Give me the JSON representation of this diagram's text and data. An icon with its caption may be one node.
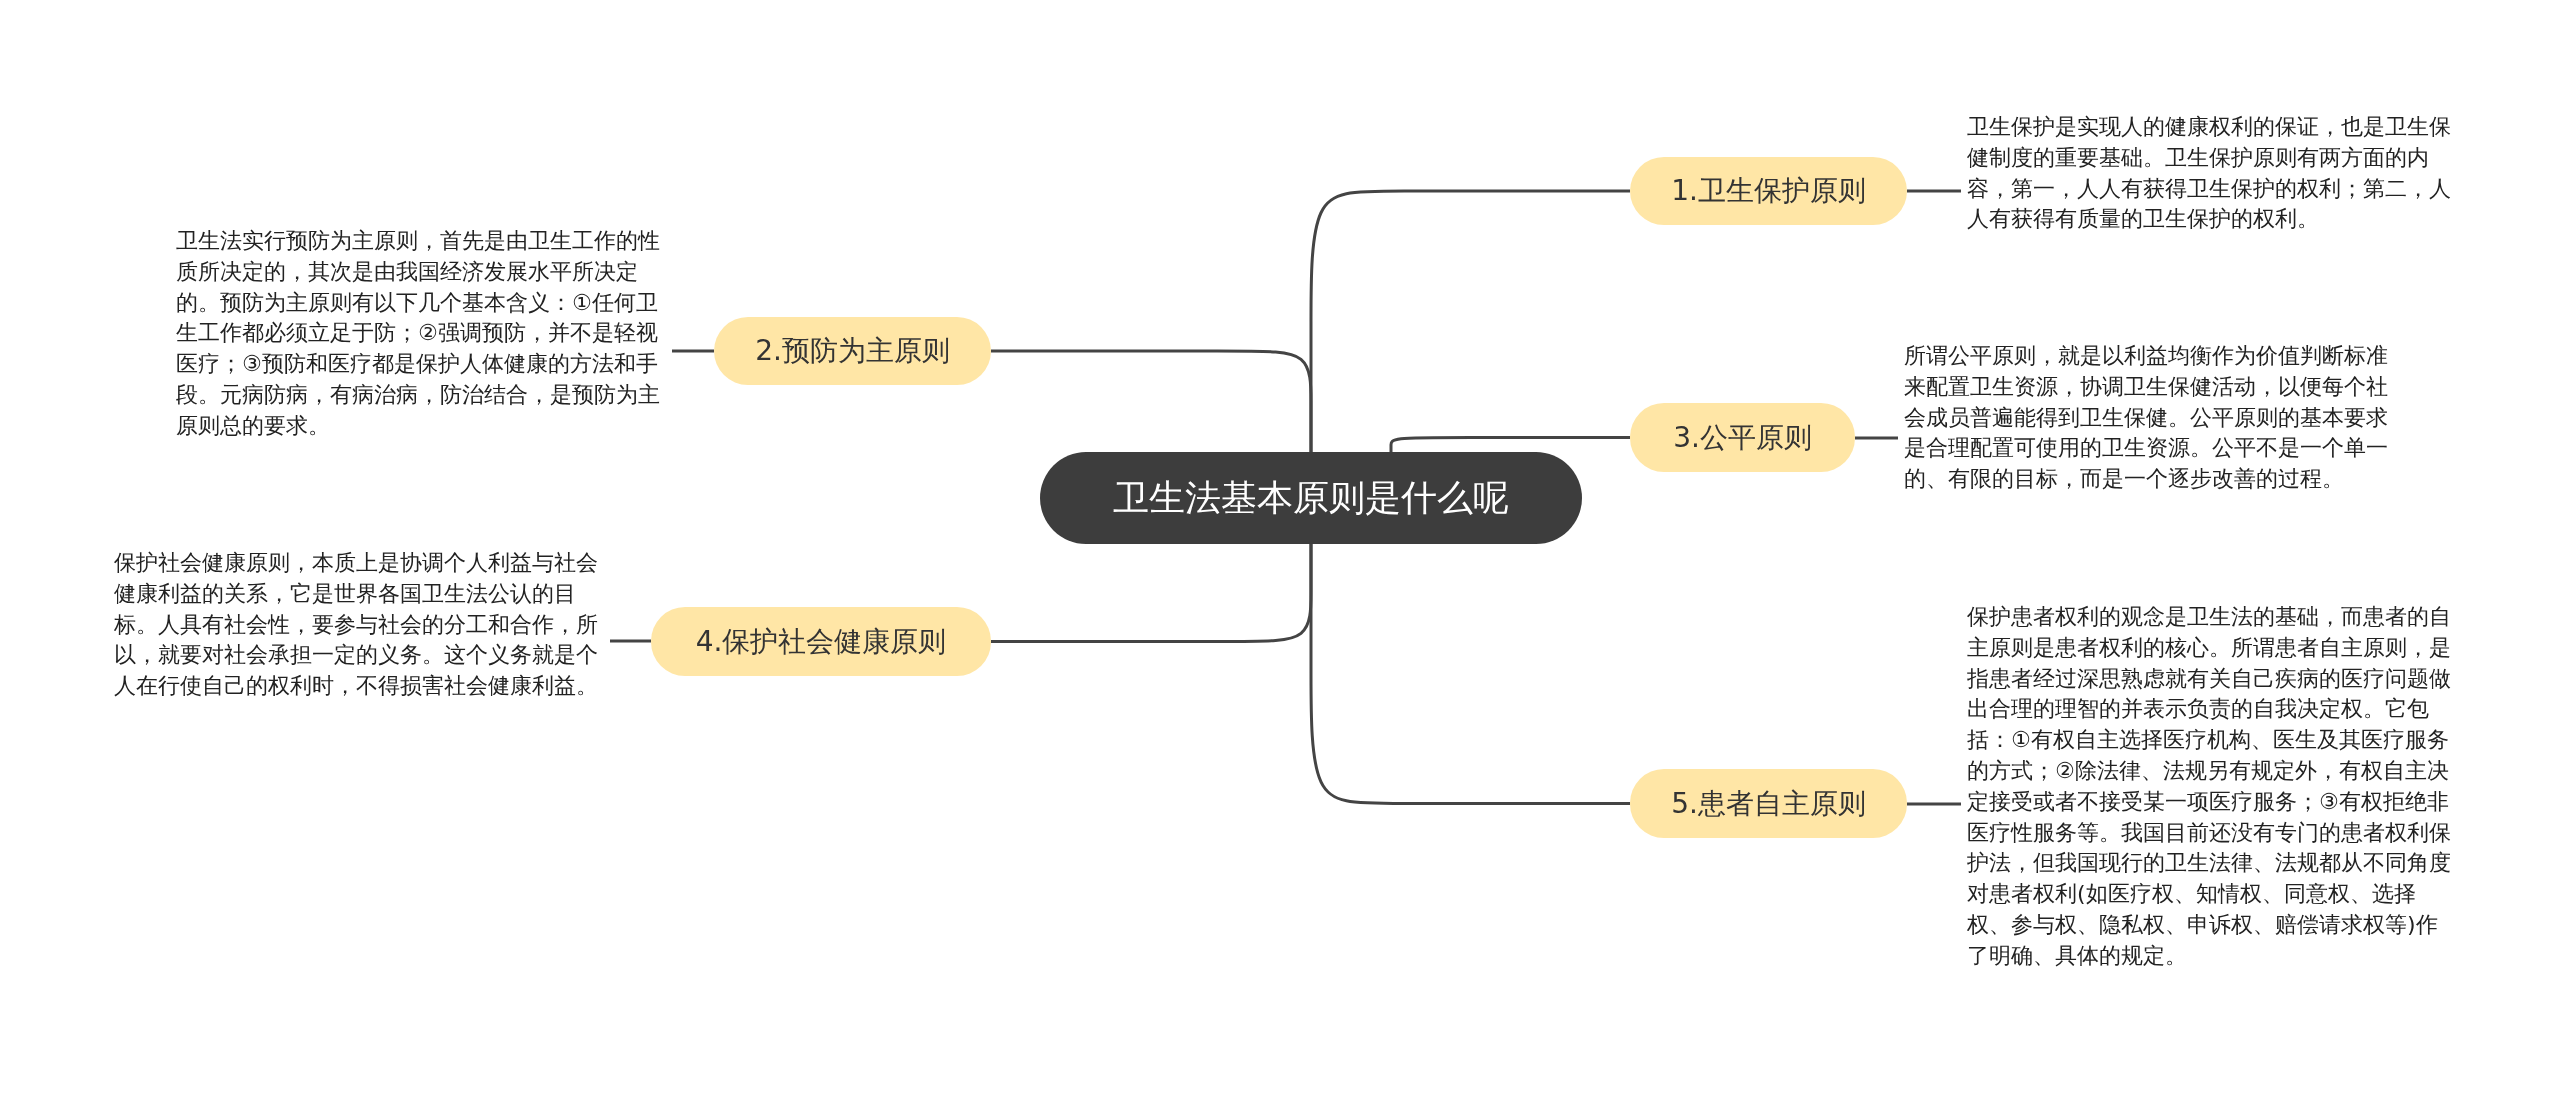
{
  "diagram": {
    "nodes": [
      {
        "text": [
          "卫生法基本原则是什么呢"
        ]
      },
      {
        "text": [
          "1.卫生保护原则"
        ]
      },
      {
        "text": [
          "2.预防为主原则"
        ]
      },
      {
        "text": [
          "3.公平原则"
        ]
      },
      {
        "text": [
          "4.保护社会健康原则"
        ]
      },
      {
        "text": [
          "5.患者自主原则"
        ]
      },
      {
        "text": [
          "卫生保护是实现人的健康权利的保证，也是卫生保健制度的重要基础。卫生保护原则有两方面的内容，第一，人人有获得卫生保护的权利；第二，人人有获得有质量的卫生保护的权利。"
        ]
      },
      {
        "text": [
          "卫生法实行预防为主原则，首先是由卫生工作的性质所决定的，其次是由我国经济发展水平所决定的。预防为主原则有以下几个基本含义：①任何卫生工作都必须立足于防；②强调预防，并不是轻视医疗；③预防和医疗都是保护人体健康的方法和手段。元病防病，有病治病，防治结合，是预防为主原则总的要求。"
        ]
      },
      {
        "text": [
          "所谓公平原则，就是以利益均衡作为价值判断标准来配置卫生资源，协调卫生保健活动，以便每个社会成员普遍能得到卫生保健。公平原则的基本要求是合理配置可使用的卫生资源。公平不是一个单一的、有限的目标，而是一个逐步改善的过程。"
        ]
      },
      {
        "text": [
          "保护社会健康原则，本质上是协调个人利益与社会健康利益的关系，它是世界各国卫生法公认的目标。人具有社会性，要参与社会的分工和合作，所以，就要对社会承担一定的义务。这个义务就是个人在行使自己的权利时，不得损害社会健康利益。"
        ]
      },
      {
        "text": [
          "保护患者权利的观念是卫生法的基础，而患者的自主原则是患者权利的核心。所谓患者自主原则，是指患者经过深思熟虑就有关自己疾病的医疗问题做出合理的理智的并表示负责的自我决定权。它包括：①有权自主选择医疗机构、医生及其医疗服务的方式；②除法律、法规另有规定外，有权自主决定接受或者不接受某一项医疗服务；③有权拒绝非医疗性服务等。我国目前还没有专门的患者权利保护法，但我国现行的卫生法律、法规都从不同角度对患者权利(如医疗权、知情权、同意权、选择权、参与权、隐私权、申诉权、赔偿请求权等)作了明确、具体的规定。"
        ]
      }
    ],
    "edges": [
      {
        "from": 0,
        "to": 1,
        "arrow": "none"
      },
      {
        "from": 0,
        "to": 2,
        "arrow": "none"
      },
      {
        "from": 0,
        "to": 3,
        "arrow": "none"
      },
      {
        "from": 0,
        "to": 4,
        "arrow": "none"
      },
      {
        "from": 0,
        "to": 5,
        "arrow": "none"
      },
      {
        "from": 1,
        "to": 6,
        "arrow": "none"
      },
      {
        "from": 2,
        "to": 7,
        "arrow": "none"
      },
      {
        "from": 3,
        "to": 8,
        "arrow": "none"
      },
      {
        "from": 4,
        "to": 9,
        "arrow": "none"
      },
      {
        "from": 5,
        "to": 10,
        "arrow": "none"
      }
    ]
  }
}
